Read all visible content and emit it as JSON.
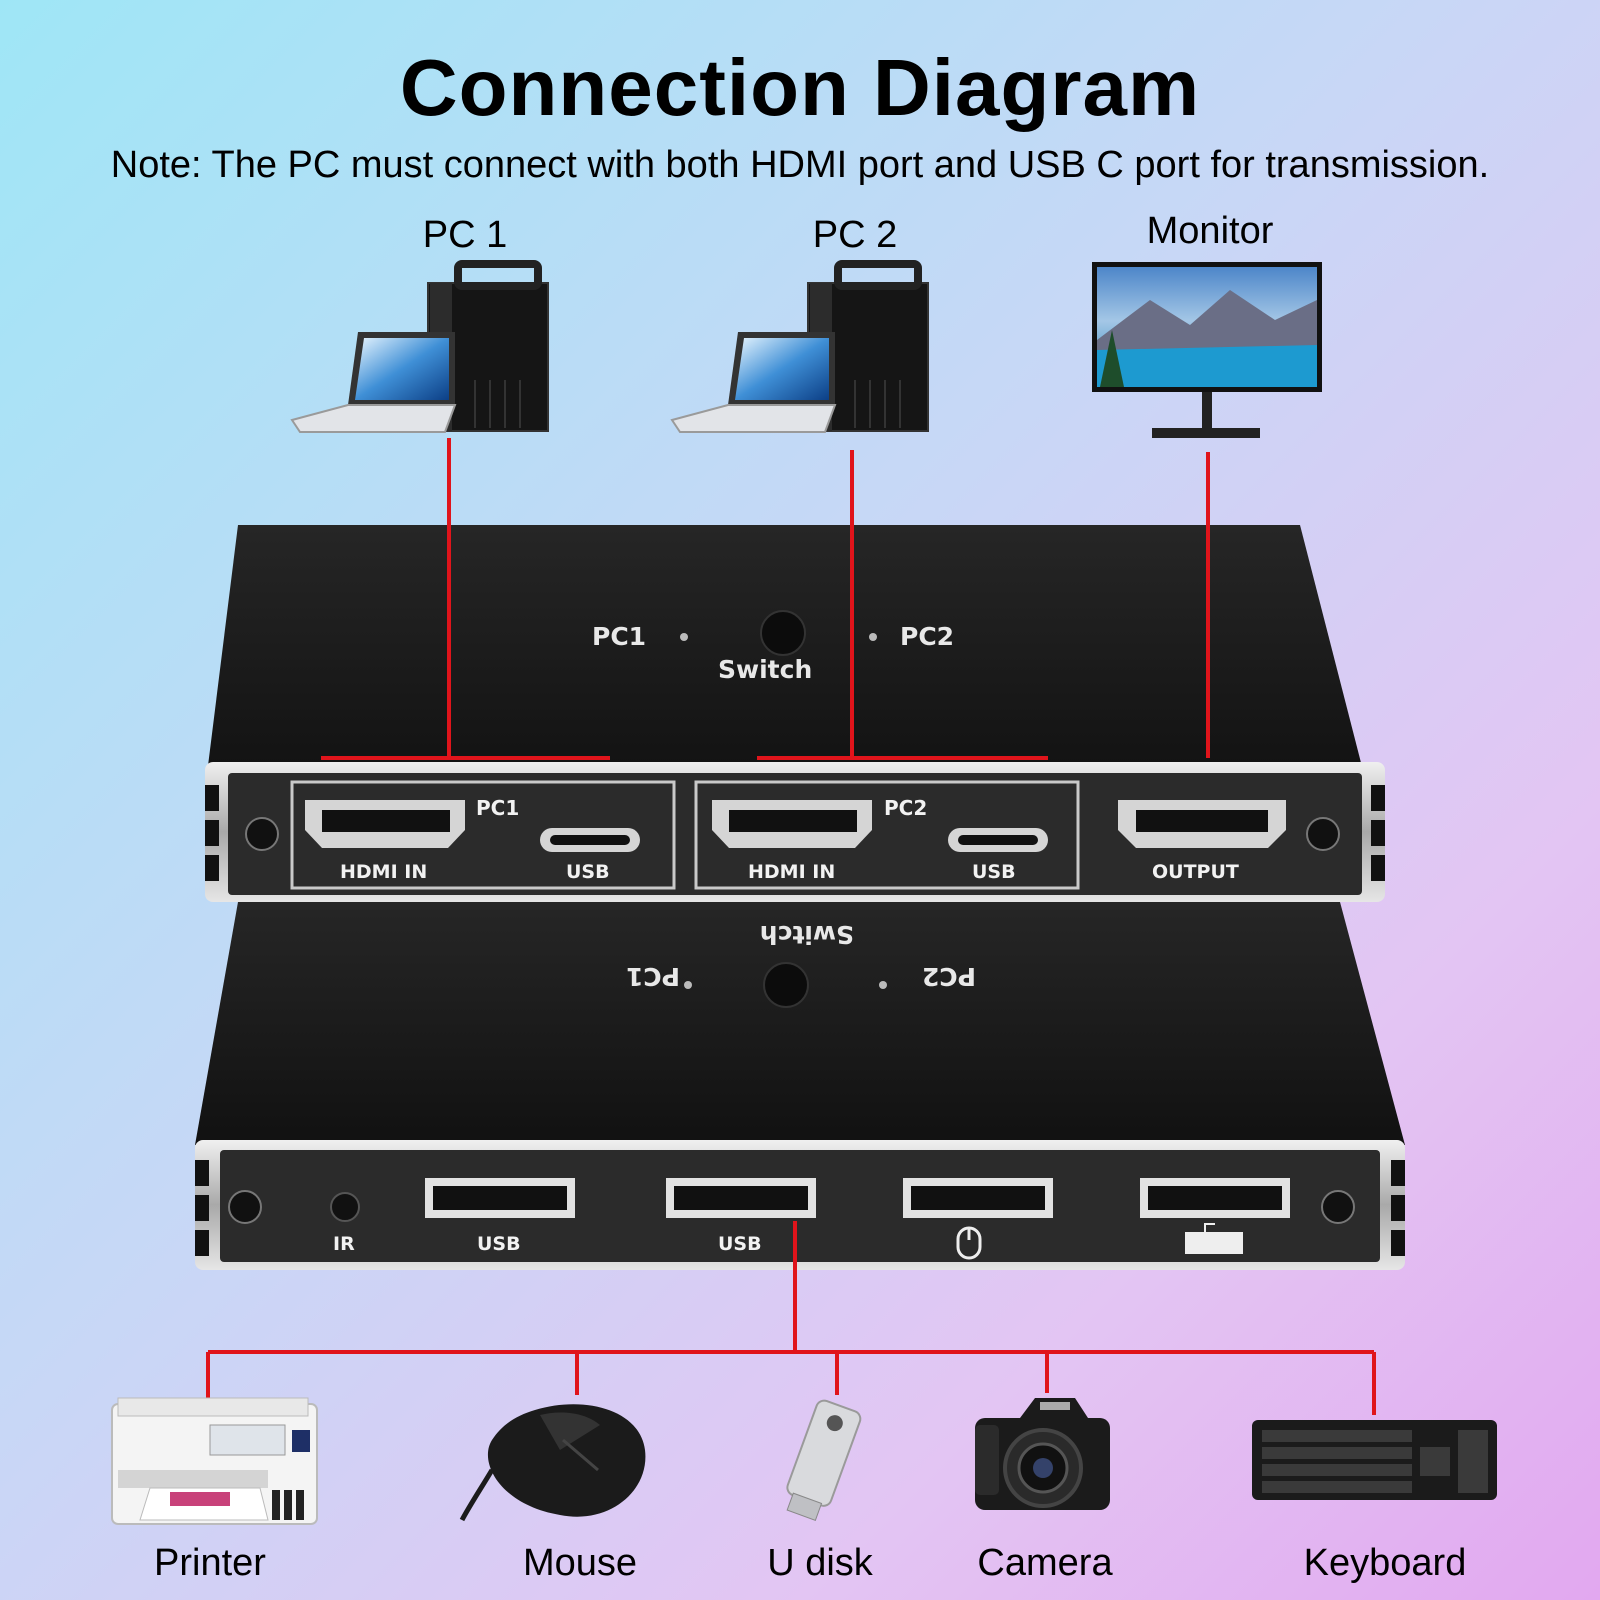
{
  "title": "Connection Diagram",
  "note": "Note: The PC must connect with both HDMI port and USB C port for transmission.",
  "sources": {
    "pc1": "PC 1",
    "pc2": "PC 2",
    "monitor": "Monitor"
  },
  "switch_top": {
    "pc1_led": "PC1",
    "pc2_led": "PC2",
    "button": "Switch",
    "port_group_1": {
      "tag": "PC1",
      "hdmi": "HDMI IN",
      "usb": "USB"
    },
    "port_group_2": {
      "tag": "PC2",
      "hdmi": "HDMI IN",
      "usb": "USB"
    },
    "output": "OUTPUT"
  },
  "switch_bottom": {
    "pc1_led": "PC1",
    "pc2_led": "PC2",
    "button": "Switch",
    "ir": "IR",
    "usb1": "USB",
    "usb2": "USB"
  },
  "devices": {
    "printer": "Printer",
    "mouse": "Mouse",
    "udisk": "U disk",
    "camera": "Camera",
    "keyboard": "Keyboard"
  },
  "colors": {
    "wire": "#e0141b",
    "device_body": "#1b1b1b"
  }
}
